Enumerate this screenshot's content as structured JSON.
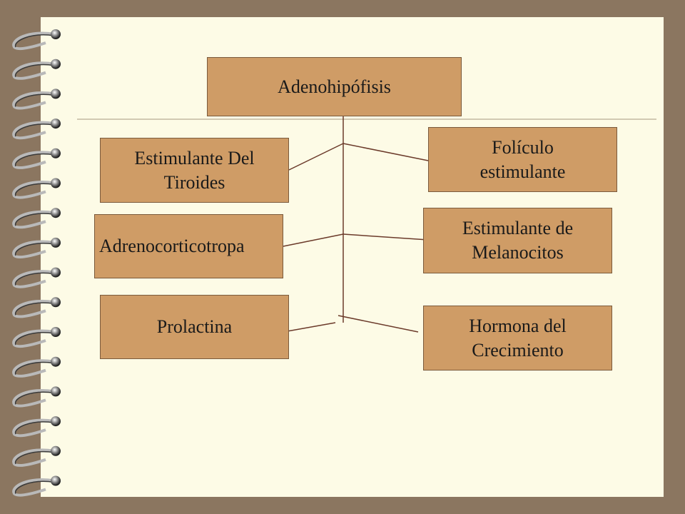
{
  "diagram": {
    "root": "Adenohipófisis",
    "nodes": {
      "tsh": "Estimulante  Del\nTiroides",
      "fsh": "Folículo\nestimulante",
      "acth": "Adrenocorticotropa",
      "msh": "Estimulante  de\nMelanocitos",
      "prl": "Prolactina",
      "gh": "Hormona  del\nCrecimiento"
    }
  },
  "colors": {
    "background": "#8b7660",
    "paper": "#fdfbe6",
    "box_fill": "#cf9c66",
    "line": "#6b3a2a"
  }
}
